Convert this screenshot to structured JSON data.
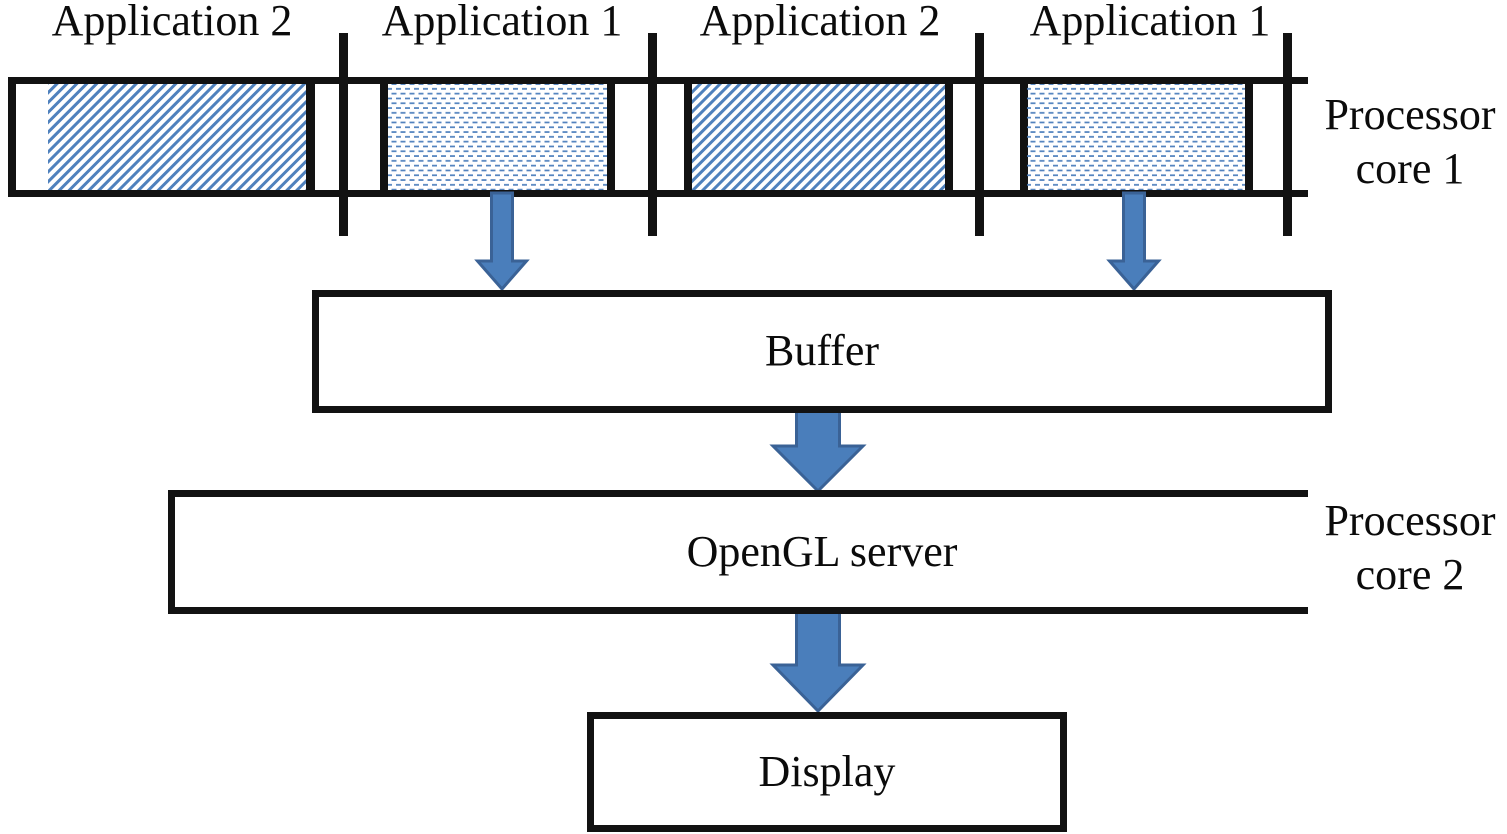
{
  "figure": {
    "timeline": {
      "segments": [
        {
          "label": "Application 2",
          "pattern": "diagonal-hatch"
        },
        {
          "label": "Application 1",
          "pattern": "dashed-dots"
        },
        {
          "label": "Application 2",
          "pattern": "diagonal-hatch"
        },
        {
          "label": "Application 1",
          "pattern": "dashed-dots"
        }
      ],
      "row_label": {
        "line1": "Processor",
        "line2": "core 1"
      }
    },
    "buffer": {
      "label": "Buffer"
    },
    "opengl": {
      "label": "OpenGL server",
      "row_label": {
        "line1": "Processor",
        "line2": "core 2"
      }
    },
    "display": {
      "label": "Display"
    },
    "icons": {
      "down_arrow": "block-down-arrow"
    },
    "colors": {
      "pattern_blue": "#4f81bd",
      "arrow_fill": "#4a7ebb",
      "arrow_stroke": "#3a6296",
      "line_black": "#121212"
    }
  }
}
